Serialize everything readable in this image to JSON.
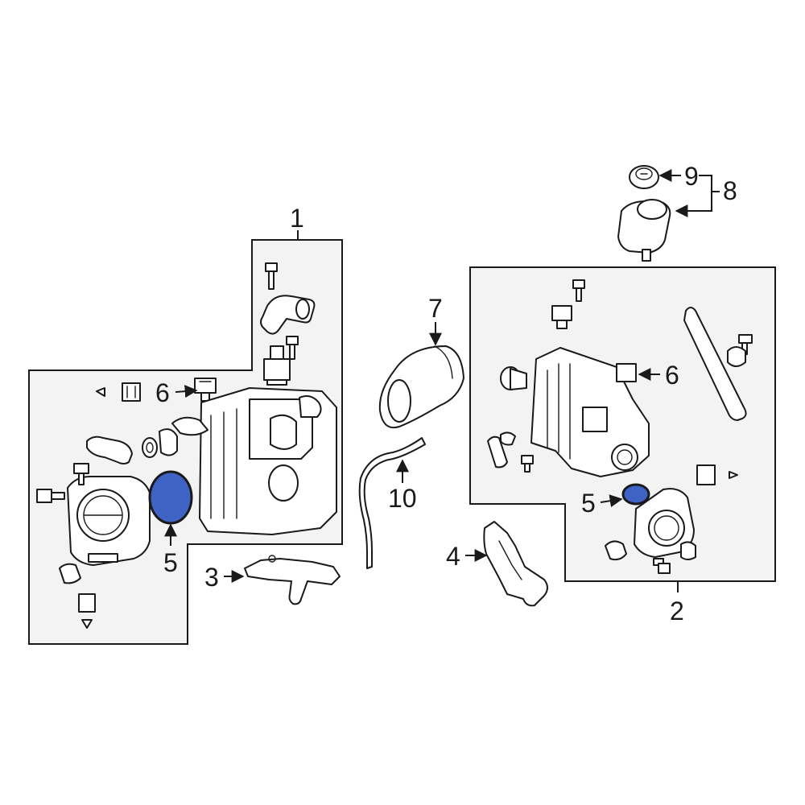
{
  "callouts": {
    "c1": "1",
    "c2": "2",
    "c3": "3",
    "c4": "4",
    "c5_left": "5",
    "c5_right": "5",
    "c6_left": "6",
    "c6_right": "6",
    "c7": "7",
    "c8": "8",
    "c9": "9",
    "c10": "10"
  },
  "colors": {
    "highlight": "#3f63c4",
    "line": "#1a1a1a",
    "panel": "#f3f3f3"
  }
}
